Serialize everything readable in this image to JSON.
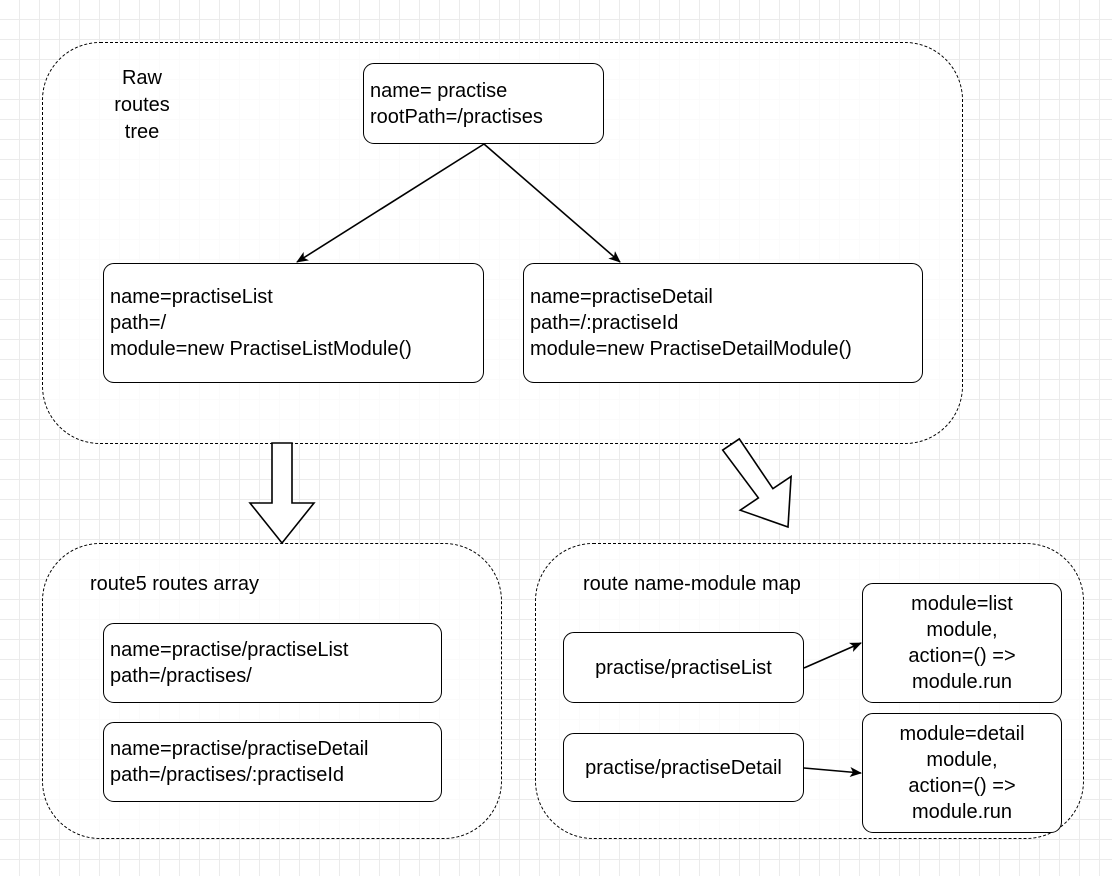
{
  "groups": {
    "raw_tree": {
      "label_lines": [
        "Raw",
        "routes",
        "tree"
      ]
    },
    "routes_array": {
      "label": "route5 routes array"
    },
    "name_module_map": {
      "label": "route name-module map"
    }
  },
  "nodes": {
    "root": {
      "lines": [
        "name= practise",
        "rootPath=/practises"
      ]
    },
    "list": {
      "lines": [
        "name=practiseList",
        "path=/",
        "module=new PractiseListModule()"
      ]
    },
    "detail": {
      "lines": [
        "name=practiseDetail",
        "path=/:practiseId",
        "module=new PractiseDetailModule()"
      ]
    },
    "array_list": {
      "lines": [
        "name=practise/practiseList",
        "path=/practises/"
      ]
    },
    "array_detail": {
      "lines": [
        "name=practise/practiseDetail",
        "path=/practises/:practiseId"
      ]
    },
    "map_list_key": {
      "lines": [
        "practise/practiseList"
      ]
    },
    "map_detail_key": {
      "lines": [
        "practise/practiseDetail"
      ]
    },
    "map_list_value": {
      "lines": [
        "module=list",
        "module,",
        "action=() =>",
        "module.run"
      ]
    },
    "map_detail_value": {
      "lines": [
        "module=detail",
        "module,",
        "action=() =>",
        "module.run"
      ]
    }
  }
}
